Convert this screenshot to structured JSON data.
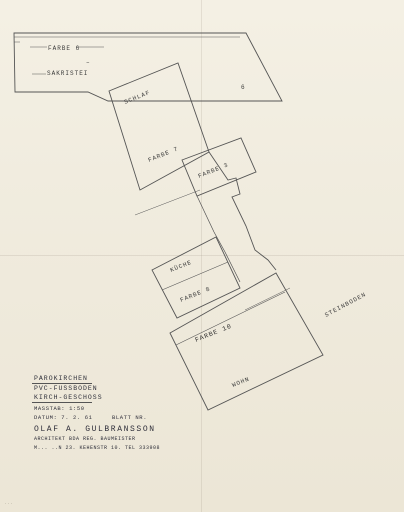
{
  "rooms": {
    "farbe_6_top": "FARBE 6",
    "sakristei": "SAKRISTEI",
    "schlaf": "SCHLAF",
    "room_6": "6",
    "farbe_7": "FARBE 7",
    "farbe_3": "FARBE 3",
    "kuche": "KÜCHE",
    "farbe_8": "FARBE 8",
    "farbe_10": "FARBE 10",
    "wohn": "WOHN",
    "steinboden": "STEINBODEN",
    "dash_mark": "–"
  },
  "title_block": {
    "line1": "PAROKIRCHEN",
    "line2": "PVC-FUSSBODEN",
    "line3": "KIRCH-GESCHOSS",
    "scale": "MASSTAB: 1:50",
    "date": "DATUM: 7. 2. 61",
    "sheet": "BLATT NR.",
    "architect": "OLAF A. GULBRANSSON",
    "title": "ARCHITEKT BDA REG. BAUMEISTER",
    "address": "M... ..N 23. KEHENSTR 10. TEL 333908"
  },
  "stamp": "...",
  "colors": {
    "paper": "#f0ebde",
    "ink": "#4a4a4a"
  }
}
